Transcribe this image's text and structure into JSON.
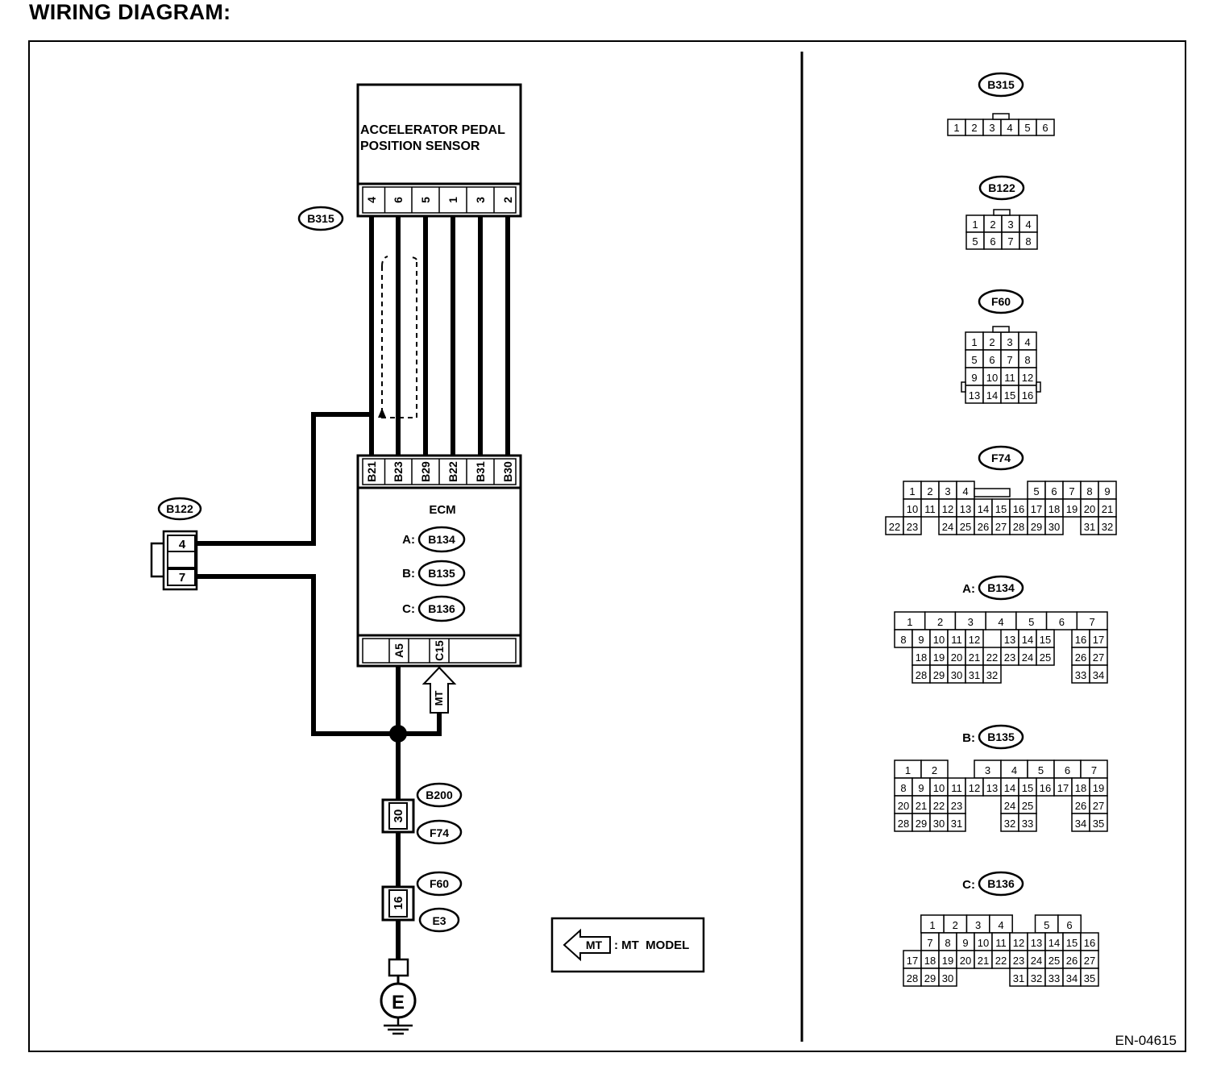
{
  "page": {
    "title": "WIRING DIAGRAM:",
    "figure_id": "EN-04615"
  },
  "sensor": {
    "name_line1": "ACCELERATOR PEDAL",
    "name_line2": "POSITION SENSOR",
    "connector": "B315",
    "pins": [
      "4",
      "6",
      "5",
      "1",
      "3",
      "2"
    ]
  },
  "ecm": {
    "name": "ECM",
    "connectors": [
      {
        "prefix": "A:",
        "id": "B134"
      },
      {
        "prefix": "B:",
        "id": "B135"
      },
      {
        "prefix": "C:",
        "id": "B136"
      }
    ],
    "top_terminals": [
      "B21",
      "B23",
      "B29",
      "B22",
      "B31",
      "B30"
    ],
    "bottom_terminals": [
      "A5",
      "C15"
    ]
  },
  "b122_connector": {
    "id": "B122",
    "pins": [
      "4",
      "7"
    ]
  },
  "mt_arrow_label": "MT",
  "joint_connectors": [
    {
      "pin": "30",
      "upper": "B200",
      "lower": "F74"
    },
    {
      "pin": "16",
      "upper": "F60",
      "lower": "E3"
    }
  ],
  "ground_label": "E",
  "legend": {
    "arrow": "MT",
    "text": ": MT  MODEL"
  },
  "connector_views": [
    {
      "label": "B315",
      "prefix": "",
      "rows": [
        [
          "1",
          "2",
          "3",
          "4",
          "5",
          "6"
        ]
      ]
    },
    {
      "label": "B122",
      "prefix": "",
      "rows": [
        [
          "1",
          "2",
          "3",
          "4"
        ],
        [
          "5",
          "6",
          "7",
          "8"
        ]
      ]
    },
    {
      "label": "F60",
      "prefix": "",
      "rows": [
        [
          "1",
          "2",
          "3",
          "4"
        ],
        [
          "5",
          "6",
          "7",
          "8"
        ],
        [
          "9",
          "10",
          "11",
          "12"
        ],
        [
          "13",
          "14",
          "15",
          "16"
        ]
      ]
    },
    {
      "label": "F74",
      "prefix": "",
      "rows": [
        [
          "1",
          "2",
          "3",
          "4",
          "",
          "",
          "",
          "5",
          "6",
          "7",
          "8",
          "9"
        ],
        [
          "10",
          "11",
          "12",
          "13",
          "14",
          "15",
          "16",
          "17",
          "18",
          "19",
          "20",
          "21"
        ],
        [
          "22",
          "23",
          "",
          "24",
          "25",
          "26",
          "27",
          "28",
          "29",
          "30",
          "",
          "31",
          "32"
        ]
      ]
    },
    {
      "label": "B134",
      "prefix": "A:",
      "rows": [
        [
          "1",
          "2",
          "3",
          "4",
          "5",
          "6",
          "7"
        ],
        [
          "8",
          "9",
          "10",
          "11",
          "12",
          "",
          "13",
          "14",
          "15",
          "",
          "16",
          "17"
        ],
        [
          "18",
          "19",
          "20",
          "21",
          "22",
          "23",
          "24",
          "25",
          "",
          "26",
          "27"
        ],
        [
          "28",
          "29",
          "30",
          "31",
          "32",
          "",
          "",
          "",
          "",
          "33",
          "34"
        ]
      ]
    },
    {
      "label": "B135",
      "prefix": "B:",
      "rows": [
        [
          "1",
          "2",
          "",
          "3",
          "4",
          "5",
          "6",
          "7"
        ],
        [
          "8",
          "9",
          "10",
          "11",
          "12",
          "13",
          "14",
          "15",
          "16",
          "17",
          "18",
          "19"
        ],
        [
          "20",
          "21",
          "22",
          "23",
          "",
          "",
          "24",
          "25",
          "",
          "",
          "26",
          "27"
        ],
        [
          "28",
          "29",
          "30",
          "31",
          "",
          "",
          "32",
          "33",
          "",
          "",
          "34",
          "35"
        ]
      ]
    },
    {
      "label": "B136",
      "prefix": "C:",
      "rows": [
        [
          "1",
          "2",
          "3",
          "4",
          "",
          "5",
          "6"
        ],
        [
          "7",
          "8",
          "9",
          "10",
          "11",
          "12",
          "13",
          "14",
          "15",
          "16"
        ],
        [
          "17",
          "18",
          "19",
          "20",
          "21",
          "22",
          "23",
          "24",
          "25",
          "26",
          "27"
        ],
        [
          "28",
          "29",
          "30",
          "",
          "",
          "",
          "31",
          "32",
          "33",
          "34",
          "35"
        ]
      ]
    }
  ]
}
